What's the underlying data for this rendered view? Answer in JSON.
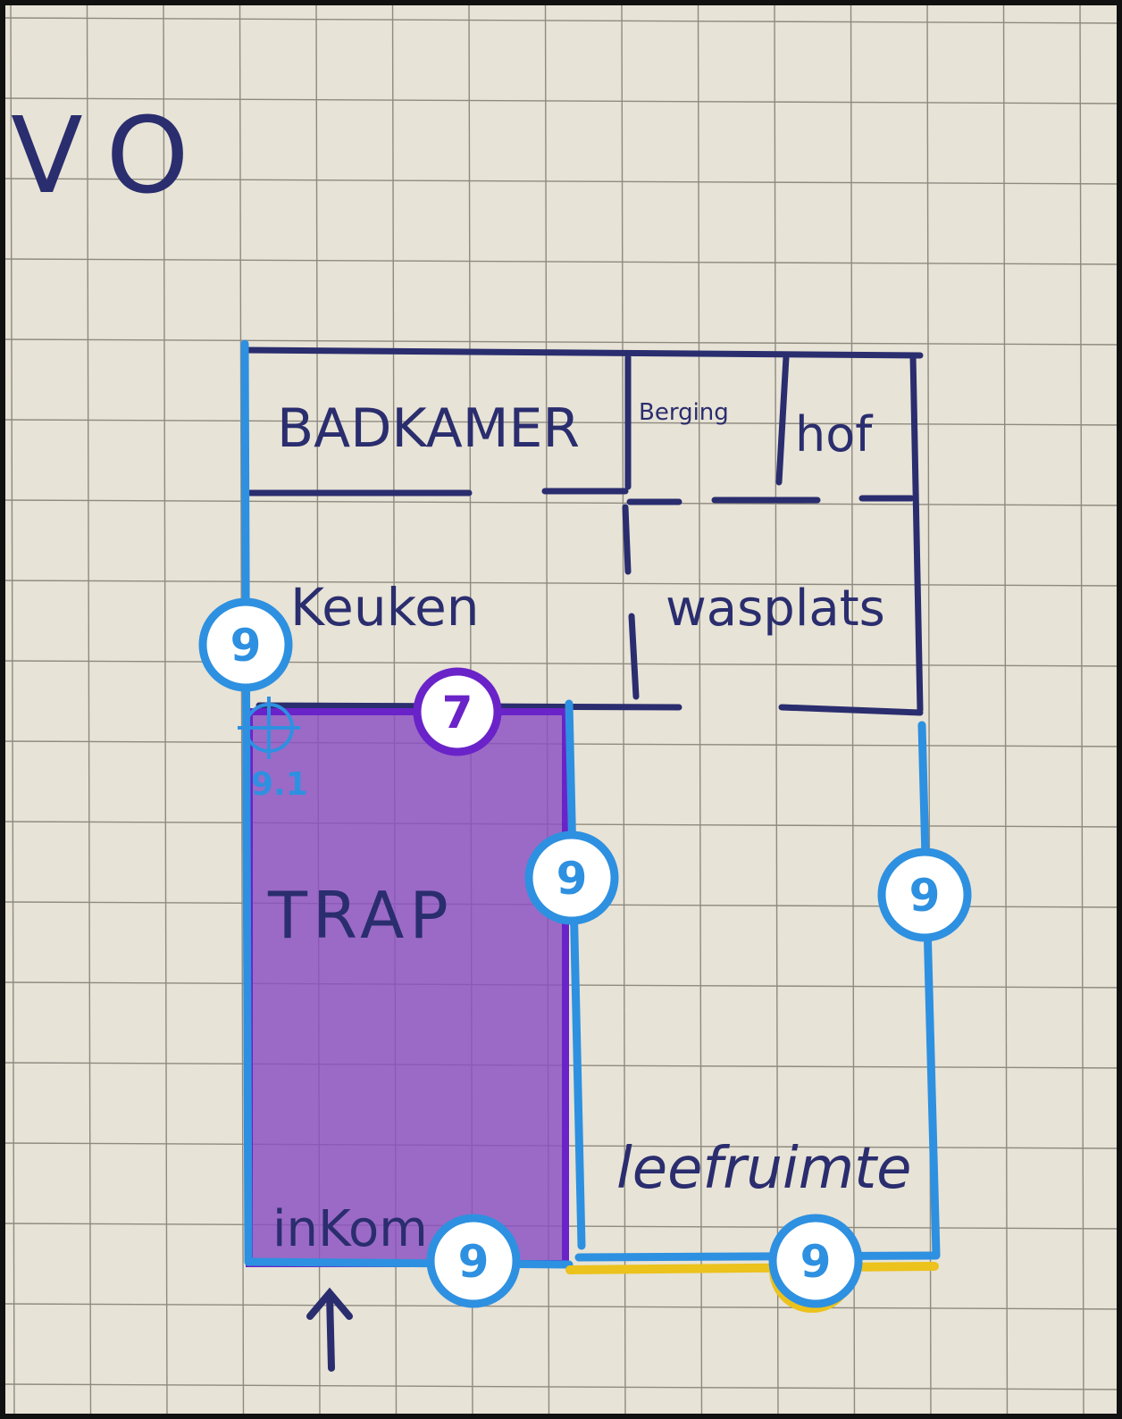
{
  "heading": "VO",
  "colors": {
    "paper": "#e7e3d6",
    "grid": "#8f8a80",
    "ink": "#2a2d6e",
    "wall_blue": "#2e90e0",
    "room_fill": "#8a4fc2",
    "room_border": "#6a23c8",
    "yellow_segment": "#ecc21c",
    "badge_bg": "#ffffff"
  },
  "rooms": {
    "badkamer": "BADKAMER",
    "berging": "Berging",
    "hof": "hof",
    "keuken": "Keuken",
    "wasplaats": "wasplats",
    "trap": "TRAP",
    "inkom": "inKom",
    "leefruimte": "leefruimte"
  },
  "measurements": {
    "left_upper": "9",
    "purple_top": "7",
    "purple_right": "9",
    "right_wall": "9",
    "bottom_left": "9",
    "bottom_right": "9",
    "point_label": "9.1"
  },
  "icons": {
    "entrance": "arrow-up-icon",
    "point": "crosshair-icon"
  }
}
